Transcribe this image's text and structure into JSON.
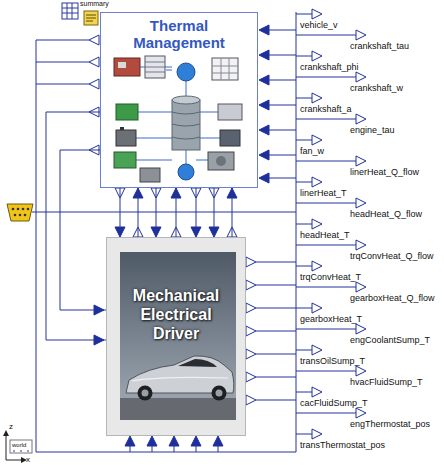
{
  "diagram": {
    "nodes": [
      {
        "text": [
          "Thermal Management"
        ]
      },
      {
        "text": [
          "Mechanical Electrical Driver"
        ]
      }
    ],
    "edges": [
      {
        "from": 0,
        "to": 1,
        "arrow": "none"
      },
      {
        "from": 0,
        "to": 1,
        "arrow": "none"
      },
      {
        "from": 0,
        "to": 1,
        "arrow": "none"
      },
      {
        "from": 0,
        "to": 1,
        "arrow": "none"
      },
      {
        "from": 0,
        "to": 1,
        "arrow": "none"
      },
      {
        "from": 0,
        "to": 1,
        "arrow": "none"
      },
      {
        "from": 0,
        "to": 1,
        "arrow": "none"
      },
      {
        "from": 0,
        "to": 1,
        "arrow": "none"
      },
      {
        "from": 0,
        "to": 1,
        "arrow": "none"
      }
    ],
    "labels": [
      "summary",
      "vehicle_v",
      "crankshaft_tau",
      "crankshaft_phi",
      "crankshaft_w",
      "crankshaft_a",
      "engine_tau",
      "fan_w",
      "linerHeat_Q_flow",
      "linerHeat_T",
      "headHeat_Q_flow",
      "headHeat_T",
      "trqConvHeat_Q_flow",
      "trqConvHeat_T",
      "gearboxHeat_Q_flow",
      "gearboxHeat_T",
      "engCoolantSump_T",
      "transOilSump_T",
      "hvacFluidSump_T",
      "cacFluidSump_T",
      "engThermostat_pos",
      "transThermostat_pos",
      "world",
      "z",
      "x"
    ]
  }
}
